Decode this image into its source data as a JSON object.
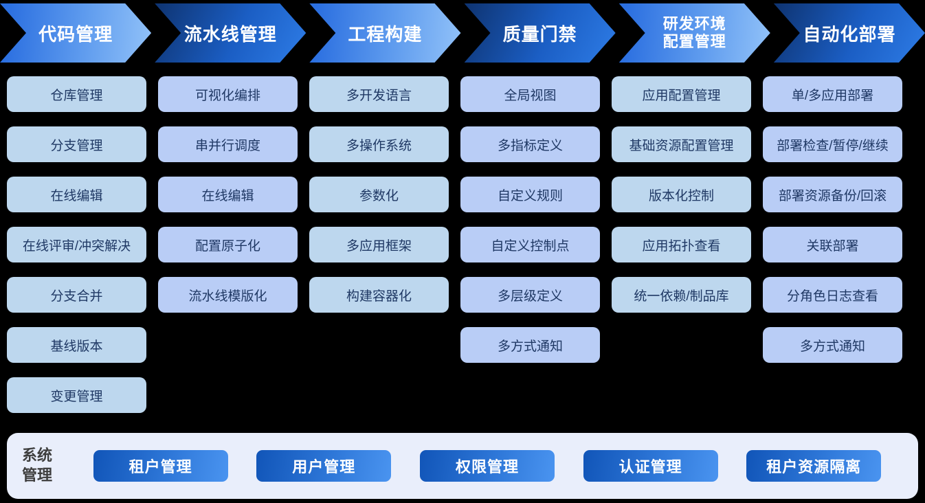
{
  "title": "DevOps platform feature map",
  "colors": {
    "background": "#000000",
    "arrow_light_gradient": [
      "#2b6fe0",
      "#8fc0f8"
    ],
    "arrow_dark_gradient": [
      "#0e3370",
      "#2e7ce6"
    ],
    "chip_light_blue": "#bdd7ee",
    "chip_periwinkle": "#b9cdf6",
    "chip_text": "#1f3864",
    "system_bar_background": "#e9eefb",
    "system_button_gradient": [
      "#1155b8",
      "#4a94f0"
    ],
    "system_label_text": "#3d3d3d",
    "header_text": "#ffffff"
  },
  "columns": [
    {
      "header": "代码管理",
      "theme": "sky",
      "items": [
        "仓库管理",
        "分支管理",
        "在线编辑",
        "在线评审/冲突解决",
        "分支合并",
        "基线版本",
        "变更管理"
      ]
    },
    {
      "header": "流水线管理",
      "theme": "navy",
      "items": [
        "可视化编排",
        "串并行调度",
        "在线编辑",
        "配置原子化",
        "流水线模版化"
      ]
    },
    {
      "header": "工程构建",
      "theme": "sky",
      "items": [
        "多开发语言",
        "多操作系统",
        "参数化",
        "多应用框架",
        "构建容器化"
      ]
    },
    {
      "header": "质量门禁",
      "theme": "navy",
      "items": [
        "全局视图",
        "多指标定义",
        "自定义规则",
        "自定义控制点",
        "多层级定义",
        "多方式通知"
      ]
    },
    {
      "header": "研发环境配置管理",
      "theme": "sky",
      "items": [
        "应用配置管理",
        "基础资源配置管理",
        "版本化控制",
        "应用拓扑查看",
        "统一依赖/制品库"
      ]
    },
    {
      "header": "自动化部署",
      "theme": "navy",
      "items": [
        "单/多应用部署",
        "部署检查/暂停/继续",
        "部署资源备份/回滚",
        "关联部署",
        "分角色日志查看",
        "多方式通知"
      ]
    }
  ],
  "system_bar": {
    "label": "系统管理",
    "buttons": [
      "租户管理",
      "用户管理",
      "权限管理",
      "认证管理",
      "租户资源隔离"
    ]
  }
}
